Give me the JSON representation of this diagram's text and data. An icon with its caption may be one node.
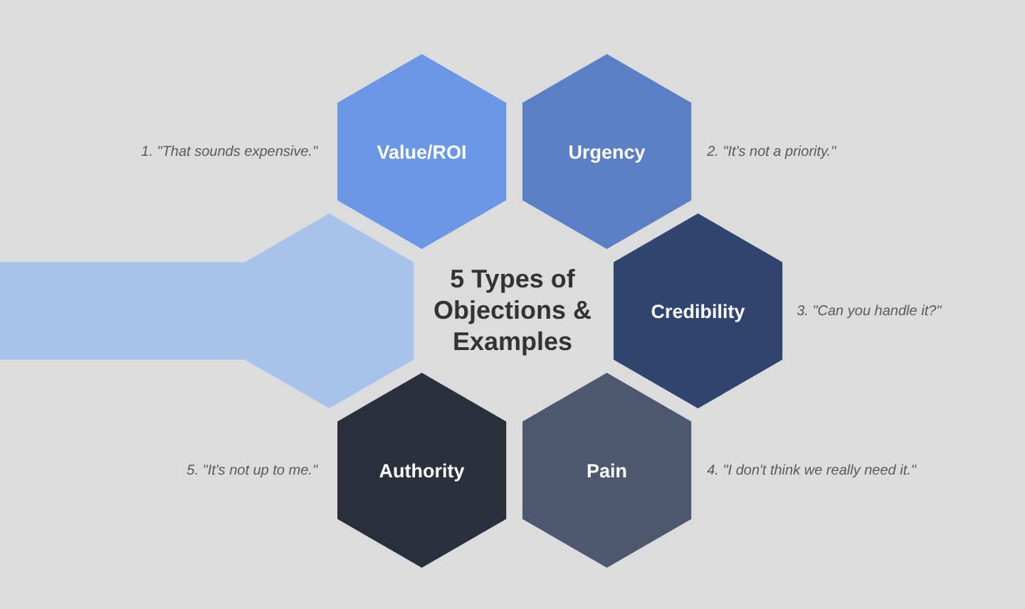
{
  "diagram": {
    "title": "5 Types of Objections & Examples",
    "nodes": [
      {
        "text": [
          "Value/ROI"
        ],
        "beside": [
          "1. \"That sounds expensive.\""
        ]
      },
      {
        "text": [
          "Urgency"
        ],
        "beside": [
          "2. \"It's not a priority.\""
        ]
      },
      {
        "text": [
          "Credibility"
        ],
        "beside": [
          "3. \"Can you handle it?\""
        ]
      },
      {
        "text": [
          "Pain"
        ],
        "beside": [
          "4. \"I don't think we really need it.\""
        ]
      },
      {
        "text": [
          "Authority"
        ],
        "beside": [
          "5. \"It's not up to me.\""
        ]
      },
      {
        "text": [],
        "shape": "hexagon"
      }
    ]
  }
}
